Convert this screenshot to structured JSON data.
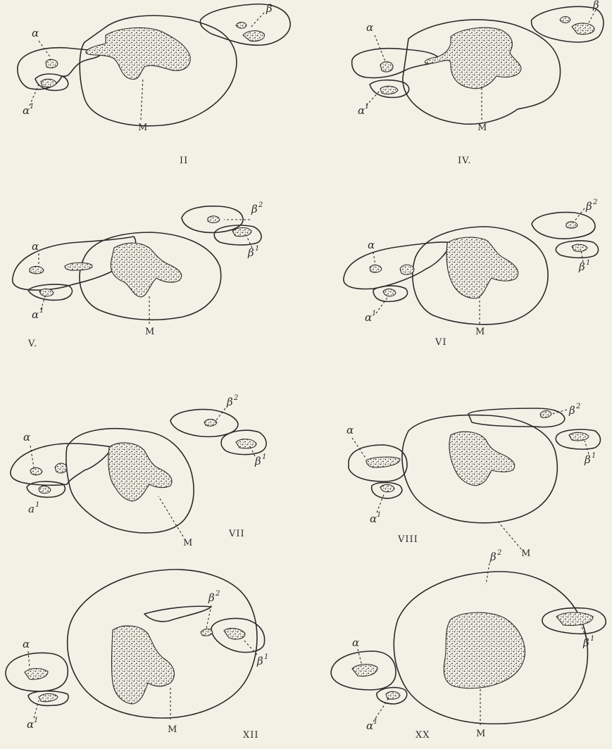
{
  "panels": [
    {
      "id": "II",
      "title": "II",
      "labels": {
        "alpha": "α",
        "alpha1": "α",
        "alpha1_sup": "1",
        "beta": "β",
        "M": "M"
      }
    },
    {
      "id": "IV",
      "title": "IV.",
      "labels": {
        "alpha": "α",
        "alpha1": "α",
        "alpha1_sup": "1",
        "beta": "β",
        "M": "M"
      }
    },
    {
      "id": "V",
      "title": "V.",
      "labels": {
        "alpha": "α",
        "alpha1": "α",
        "alpha1_sup": "1",
        "beta1": "β",
        "beta1_sup": "1",
        "beta2": "β",
        "beta2_sup": "2",
        "M": "M"
      }
    },
    {
      "id": "VI",
      "title": "VI",
      "labels": {
        "alpha": "α",
        "alpha1": "α",
        "alpha1_sup": "1",
        "beta1": "β",
        "beta1_sup": "1",
        "beta2": "β",
        "beta2_sup": "2",
        "M": "M"
      }
    },
    {
      "id": "VII",
      "title": "VII",
      "labels": {
        "alpha": "α",
        "alpha1": "a",
        "alpha1_sup": "1",
        "beta1": "β",
        "beta1_sup": "1",
        "beta2": "β",
        "beta2_sup": "2",
        "M": "M"
      }
    },
    {
      "id": "VIII",
      "title": "VIII",
      "labels": {
        "alpha": "α",
        "alpha1": "α",
        "alpha1_sup": "1",
        "beta1": "β",
        "beta1_sup": "1",
        "beta2": "β",
        "beta2_sup": "2",
        "M": "M"
      }
    },
    {
      "id": "XII",
      "title": "XII",
      "labels": {
        "alpha": "α",
        "alpha1": "α",
        "alpha1_sup": "1",
        "beta1": "β",
        "beta1_sup": "1",
        "beta2": "β",
        "beta2_sup": "2",
        "M": "M"
      }
    },
    {
      "id": "XX",
      "title": "XX",
      "labels": {
        "alpha": "α",
        "alpha1": "α",
        "alpha1_sup": "1",
        "beta1": "β",
        "beta1_sup": "1",
        "beta2": "β",
        "beta2_sup": "2",
        "M": "M"
      }
    }
  ]
}
